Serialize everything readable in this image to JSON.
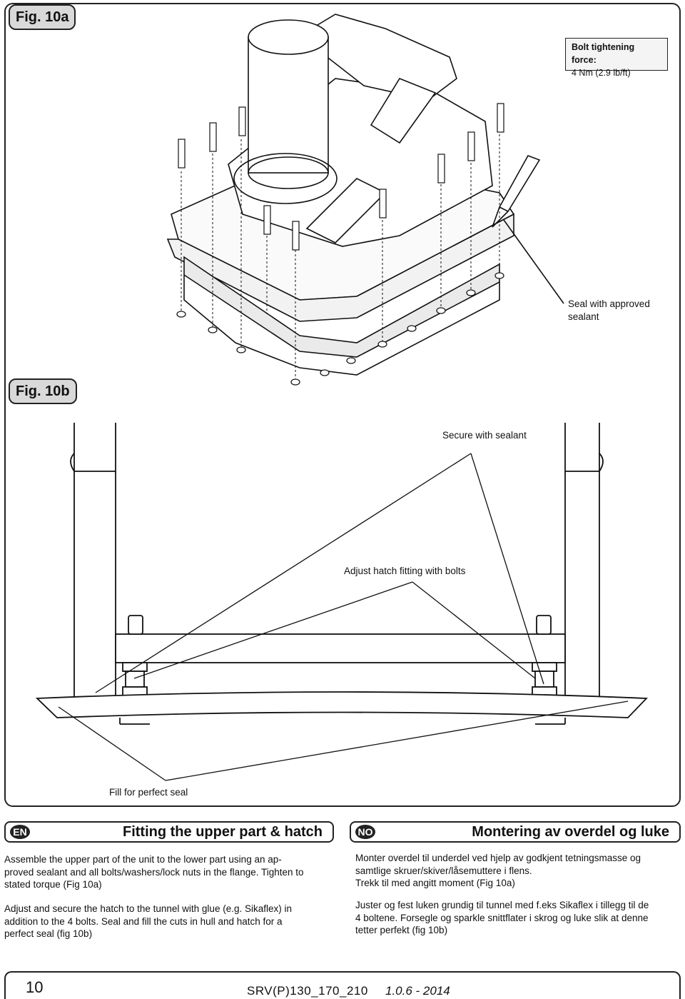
{
  "fig_a": {
    "label": "Fig. 10a",
    "torque_title": "Bolt tightening force:",
    "torque_value": "4 Nm (2.9 lb/ft)",
    "seal_note_line1": "Seal with approved",
    "seal_note_line2": "sealant"
  },
  "fig_b": {
    "label": "Fig. 10b",
    "secure_note": "Secure with sealant",
    "adjust_note": "Adjust hatch fitting with bolts",
    "fill_note": "Fill for perfect seal"
  },
  "en": {
    "flag": "EN",
    "title": "Fitting the upper part & hatch",
    "para1": [
      "Assemble the upper part of the unit to the lower part using an ap-",
      "proved sealant and all bolts/washers/lock nuts in the flange. Tighten to",
      "stated torque (Fig 10a)"
    ],
    "para2": [
      "Adjust and secure the hatch to the tunnel with glue (e.g. Sikaflex) in",
      "addition to the 4 bolts. Seal and fill the cuts in hull and hatch for a",
      "perfect seal (fig 10b)"
    ]
  },
  "no": {
    "flag": "NO",
    "title": "Montering av overdel og luke",
    "para1": [
      "Monter overdel til underdel ved hjelp av godkjent tetningsmasse og",
      "samtlige skruer/skiver/låsemuttere i flens.",
      "Trekk til med angitt moment (Fig 10a)"
    ],
    "para2": [
      "Juster og fest luken grundig til tunnel med f.eks Sikaflex i tillegg til de",
      "4 boltene. Forsegle og sparkle snittflater i skrog og luke slik at denne",
      "tetter perfekt (fig 10b)"
    ]
  },
  "footer": {
    "page": "10",
    "doc": "SRV(P)130_170_210",
    "version": "1.0.6 - 2014"
  }
}
